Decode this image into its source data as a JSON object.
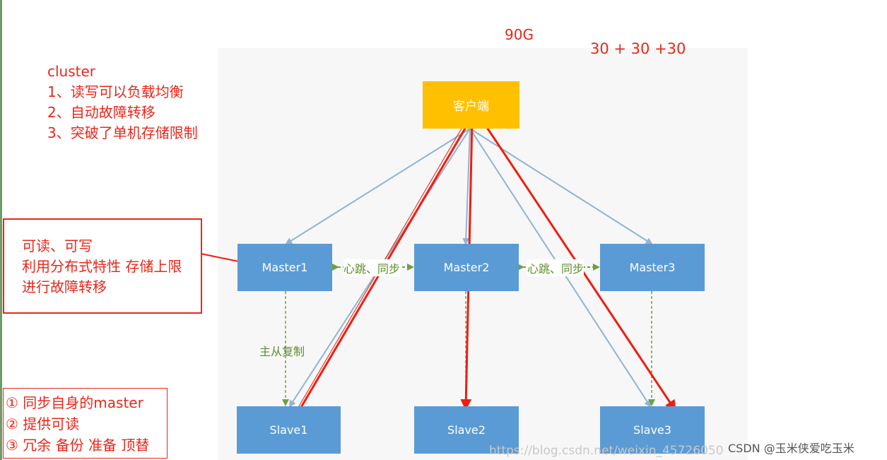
{
  "top_note": {
    "size": "90G",
    "split": "30 + 30 +30"
  },
  "cluster_notes": {
    "title": "cluster",
    "items": [
      "1、读写可以负载均衡",
      "2、自动故障转移",
      "3、突破了单机存储限制"
    ]
  },
  "master_note": [
    "可读、可写",
    "利用分布式特性 存储上限",
    "进行故障转移"
  ],
  "slave_note": [
    "① 同步自身的master",
    "② 提供可读",
    "③ 冗余 备份 准备 顶替"
  ],
  "diagram": {
    "client": "客户端",
    "masters": [
      "Master1",
      "Master2",
      "Master3"
    ],
    "slaves": [
      "Slave1",
      "Slave2",
      "Slave3"
    ],
    "link_labels": [
      "心跳、同步",
      "心跳、同步"
    ],
    "replication_label": "主从复制"
  },
  "watermark": "https://blog.csdn.net/weixin_45726050",
  "credit": "CSDN @玉米侠爱吃玉米",
  "colors": {
    "annotation": "#e8271b",
    "client": "#ffc000",
    "node": "#5b9bd5",
    "arrow_blue": "#8fb4d3",
    "replication_green": "#5c8d2b"
  }
}
